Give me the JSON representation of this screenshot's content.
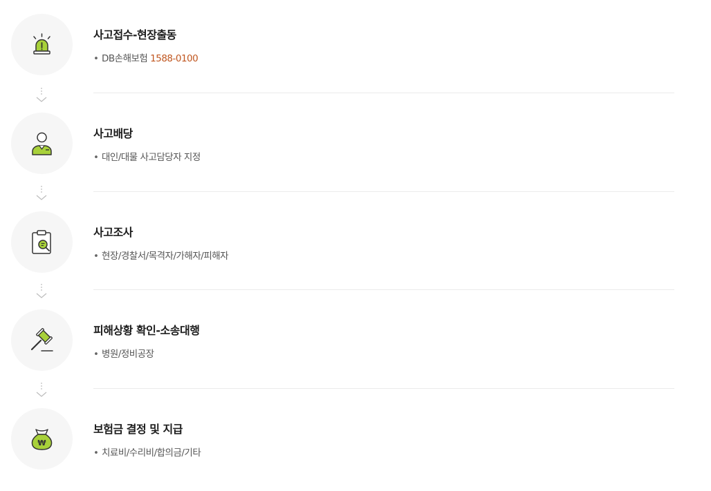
{
  "steps": [
    {
      "title": "사고접수-현장출동",
      "desc": "DB손해보험",
      "phone": "1588-0100",
      "icon": "siren-icon"
    },
    {
      "title": "사고배당",
      "desc": "대인/대물 사고담당자 지정",
      "icon": "adjuster-person-icon"
    },
    {
      "title": "사고조사",
      "desc": "현장/경찰서/목격자/가해자/피해자",
      "icon": "clipboard-search-icon"
    },
    {
      "title": "피해상황 확인-소송대행",
      "desc": "병원/정비공장",
      "icon": "gavel-icon"
    },
    {
      "title": "보험금 결정 및 지급",
      "desc": "치료비/수리비/합의금/기타",
      "icon": "money-bag-icon"
    }
  ],
  "colors": {
    "accent": "#a8d13a",
    "phone": "#c0561f",
    "icon_stroke": "#333333",
    "circle_bg": "#f6f6f6"
  }
}
